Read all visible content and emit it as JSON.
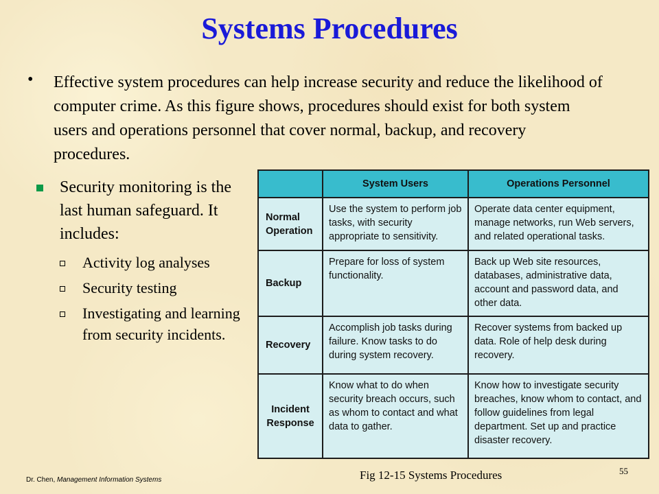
{
  "title": "Systems Procedures",
  "bullet": "Effective system procedures can help increase security and reduce the likelihood of computer crime. As this figure shows, procedures should exist for both system users and operations personnel that cover normal, backup, and recovery procedures.",
  "sub_bullet": "Security monitoring is the last human safeguard. It includes:",
  "sub_items": [
    "Activity log analyses",
    "Security testing",
    "Investigating and learning from security incidents."
  ],
  "table": {
    "headers": [
      "",
      "System Users",
      "Operations Personnel"
    ],
    "rows": [
      {
        "label": "Normal Operation",
        "users": "Use the system to perform job tasks, with security appropriate to sensitivity.",
        "ops": "Operate data center equipment, manage networks, run Web servers, and related operational tasks."
      },
      {
        "label": "Backup",
        "users": "Prepare for loss of system functionality.",
        "ops": "Back up Web site resources, databases, administrative data, account and password data, and other data."
      },
      {
        "label": "Recovery",
        "users": "Accomplish job tasks during failure. Know tasks to do during system recovery.",
        "ops": "Recover systems from backed up data. Role of help desk during recovery."
      },
      {
        "label": "Incident Response",
        "users": "Know what to do when security breach occurs, such as whom to contact and what data to gather.",
        "ops": "Know how to investigate security breaches, know whom to contact, and follow guidelines from legal department. Set up and practice disaster recovery."
      }
    ]
  },
  "footer": {
    "author": "Dr. Chen, ",
    "book": "Management Information Systems"
  },
  "caption": "Fig 12-15 Systems Procedures",
  "page_number": "55",
  "colors": {
    "title": "#1a1ad8",
    "header_fill": "#38bccd",
    "cell_fill": "#d6eff1",
    "square_bullet": "#0d9a48"
  }
}
